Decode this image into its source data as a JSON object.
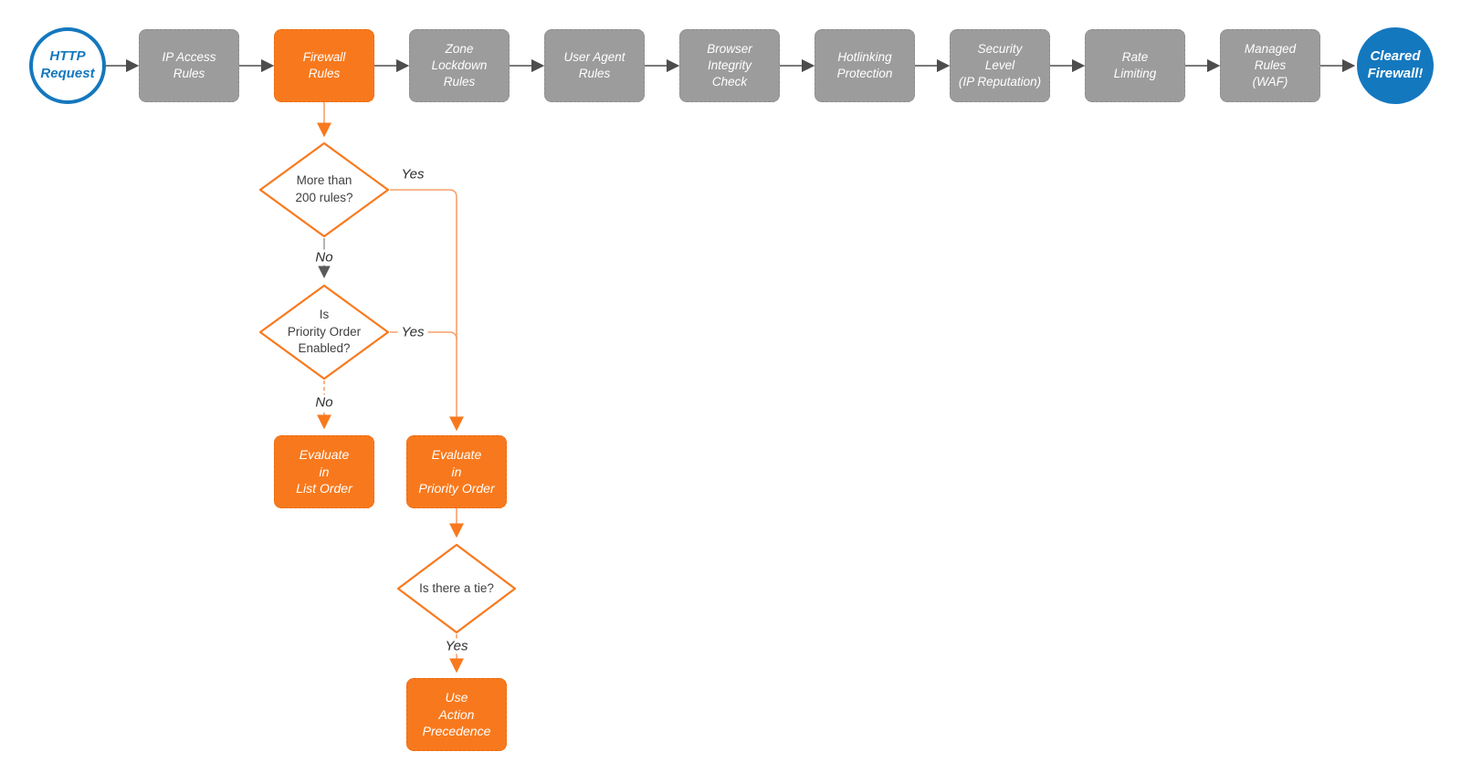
{
  "colors": {
    "orange": "#f8791d",
    "orange_border": "#e86a0e",
    "line_orange": "#f9a06b",
    "blue": "#1478be",
    "gray": "#9c9c9c",
    "gray_border": "#8b8b8b",
    "dark_line": "#4d4d4d",
    "arrow_gray": "#5a5a5a"
  },
  "flow": {
    "start": "HTTP\nRequest",
    "stages": [
      {
        "label": "IP Access\nRules"
      },
      {
        "label": "Firewall\nRules"
      },
      {
        "label": "Zone\nLockdown\nRules"
      },
      {
        "label": "User Agent\nRules"
      },
      {
        "label": "Browser\nIntegrity\nCheck"
      },
      {
        "label": "Hotlinking\nProtection"
      },
      {
        "label": "Security\nLevel\n(IP Reputation)"
      },
      {
        "label": "Rate\nLimiting"
      },
      {
        "label": "Managed\nRules\n(WAF)"
      }
    ],
    "end": "Cleared\nFirewall!"
  },
  "decisions": {
    "more_than_200": "More than\n200 rules?",
    "priority_enabled": "Is\nPriority Order\nEnabled?",
    "tie": "Is there a tie?"
  },
  "actions": {
    "list_order": "Evaluate\nin\nList Order",
    "priority_order": "Evaluate\nin\nPriority Order",
    "action_precedence": "Use\nAction\nPrecedence"
  },
  "edge_labels": {
    "yes1": "Yes",
    "no1": "No",
    "yes2": "Yes",
    "no2": "No",
    "yes3": "Yes"
  }
}
